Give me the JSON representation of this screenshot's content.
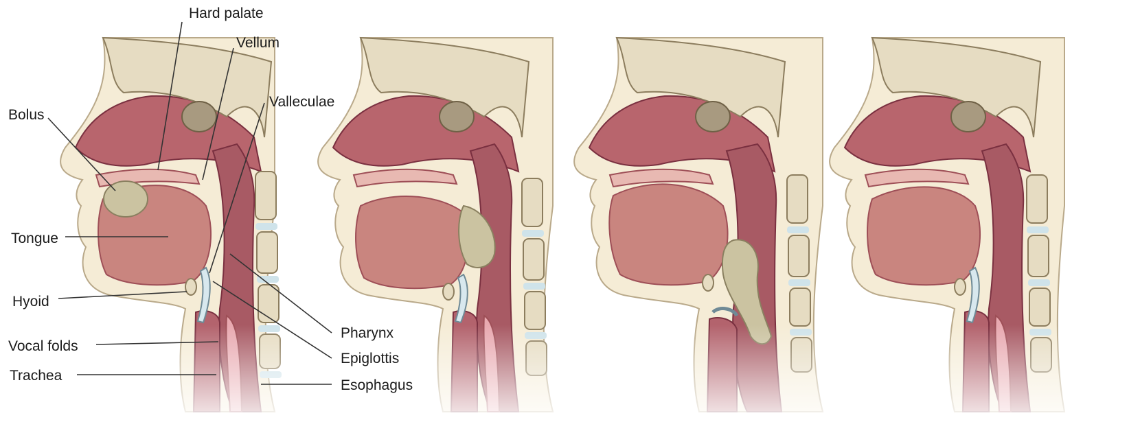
{
  "diagram": {
    "labels": {
      "hard_palate": "Hard palate",
      "vellum": "Vellum",
      "valleculae": "Valleculae",
      "bolus": "Bolus",
      "tongue": "Tongue",
      "hyoid": "Hyoid",
      "vocal_folds": "Vocal folds",
      "trachea": "Trachea",
      "pharynx": "Pharynx",
      "epiglottis": "Epiglottis",
      "esophagus": "Esophagus"
    },
    "stages": [
      {
        "bolus_location": "oral cavity (on tongue)"
      },
      {
        "bolus_location": "behind tongue base / oropharynx"
      },
      {
        "bolus_location": "pharynx entering esophagus"
      },
      {
        "bolus_location": "none (cleared)"
      }
    ],
    "colors": {
      "muscle": "#c9857f",
      "muscle_dark": "#9e4f57",
      "tissue_pink": "#e8b9b2",
      "bone": "#e6dcc2",
      "bone_inner": "#d4c9a8",
      "vertebra_disc": "#cfe3ea",
      "bolus": "#cbc3a1",
      "skin": "#f5ecd6",
      "cavity_dark": "#7a3040"
    }
  }
}
